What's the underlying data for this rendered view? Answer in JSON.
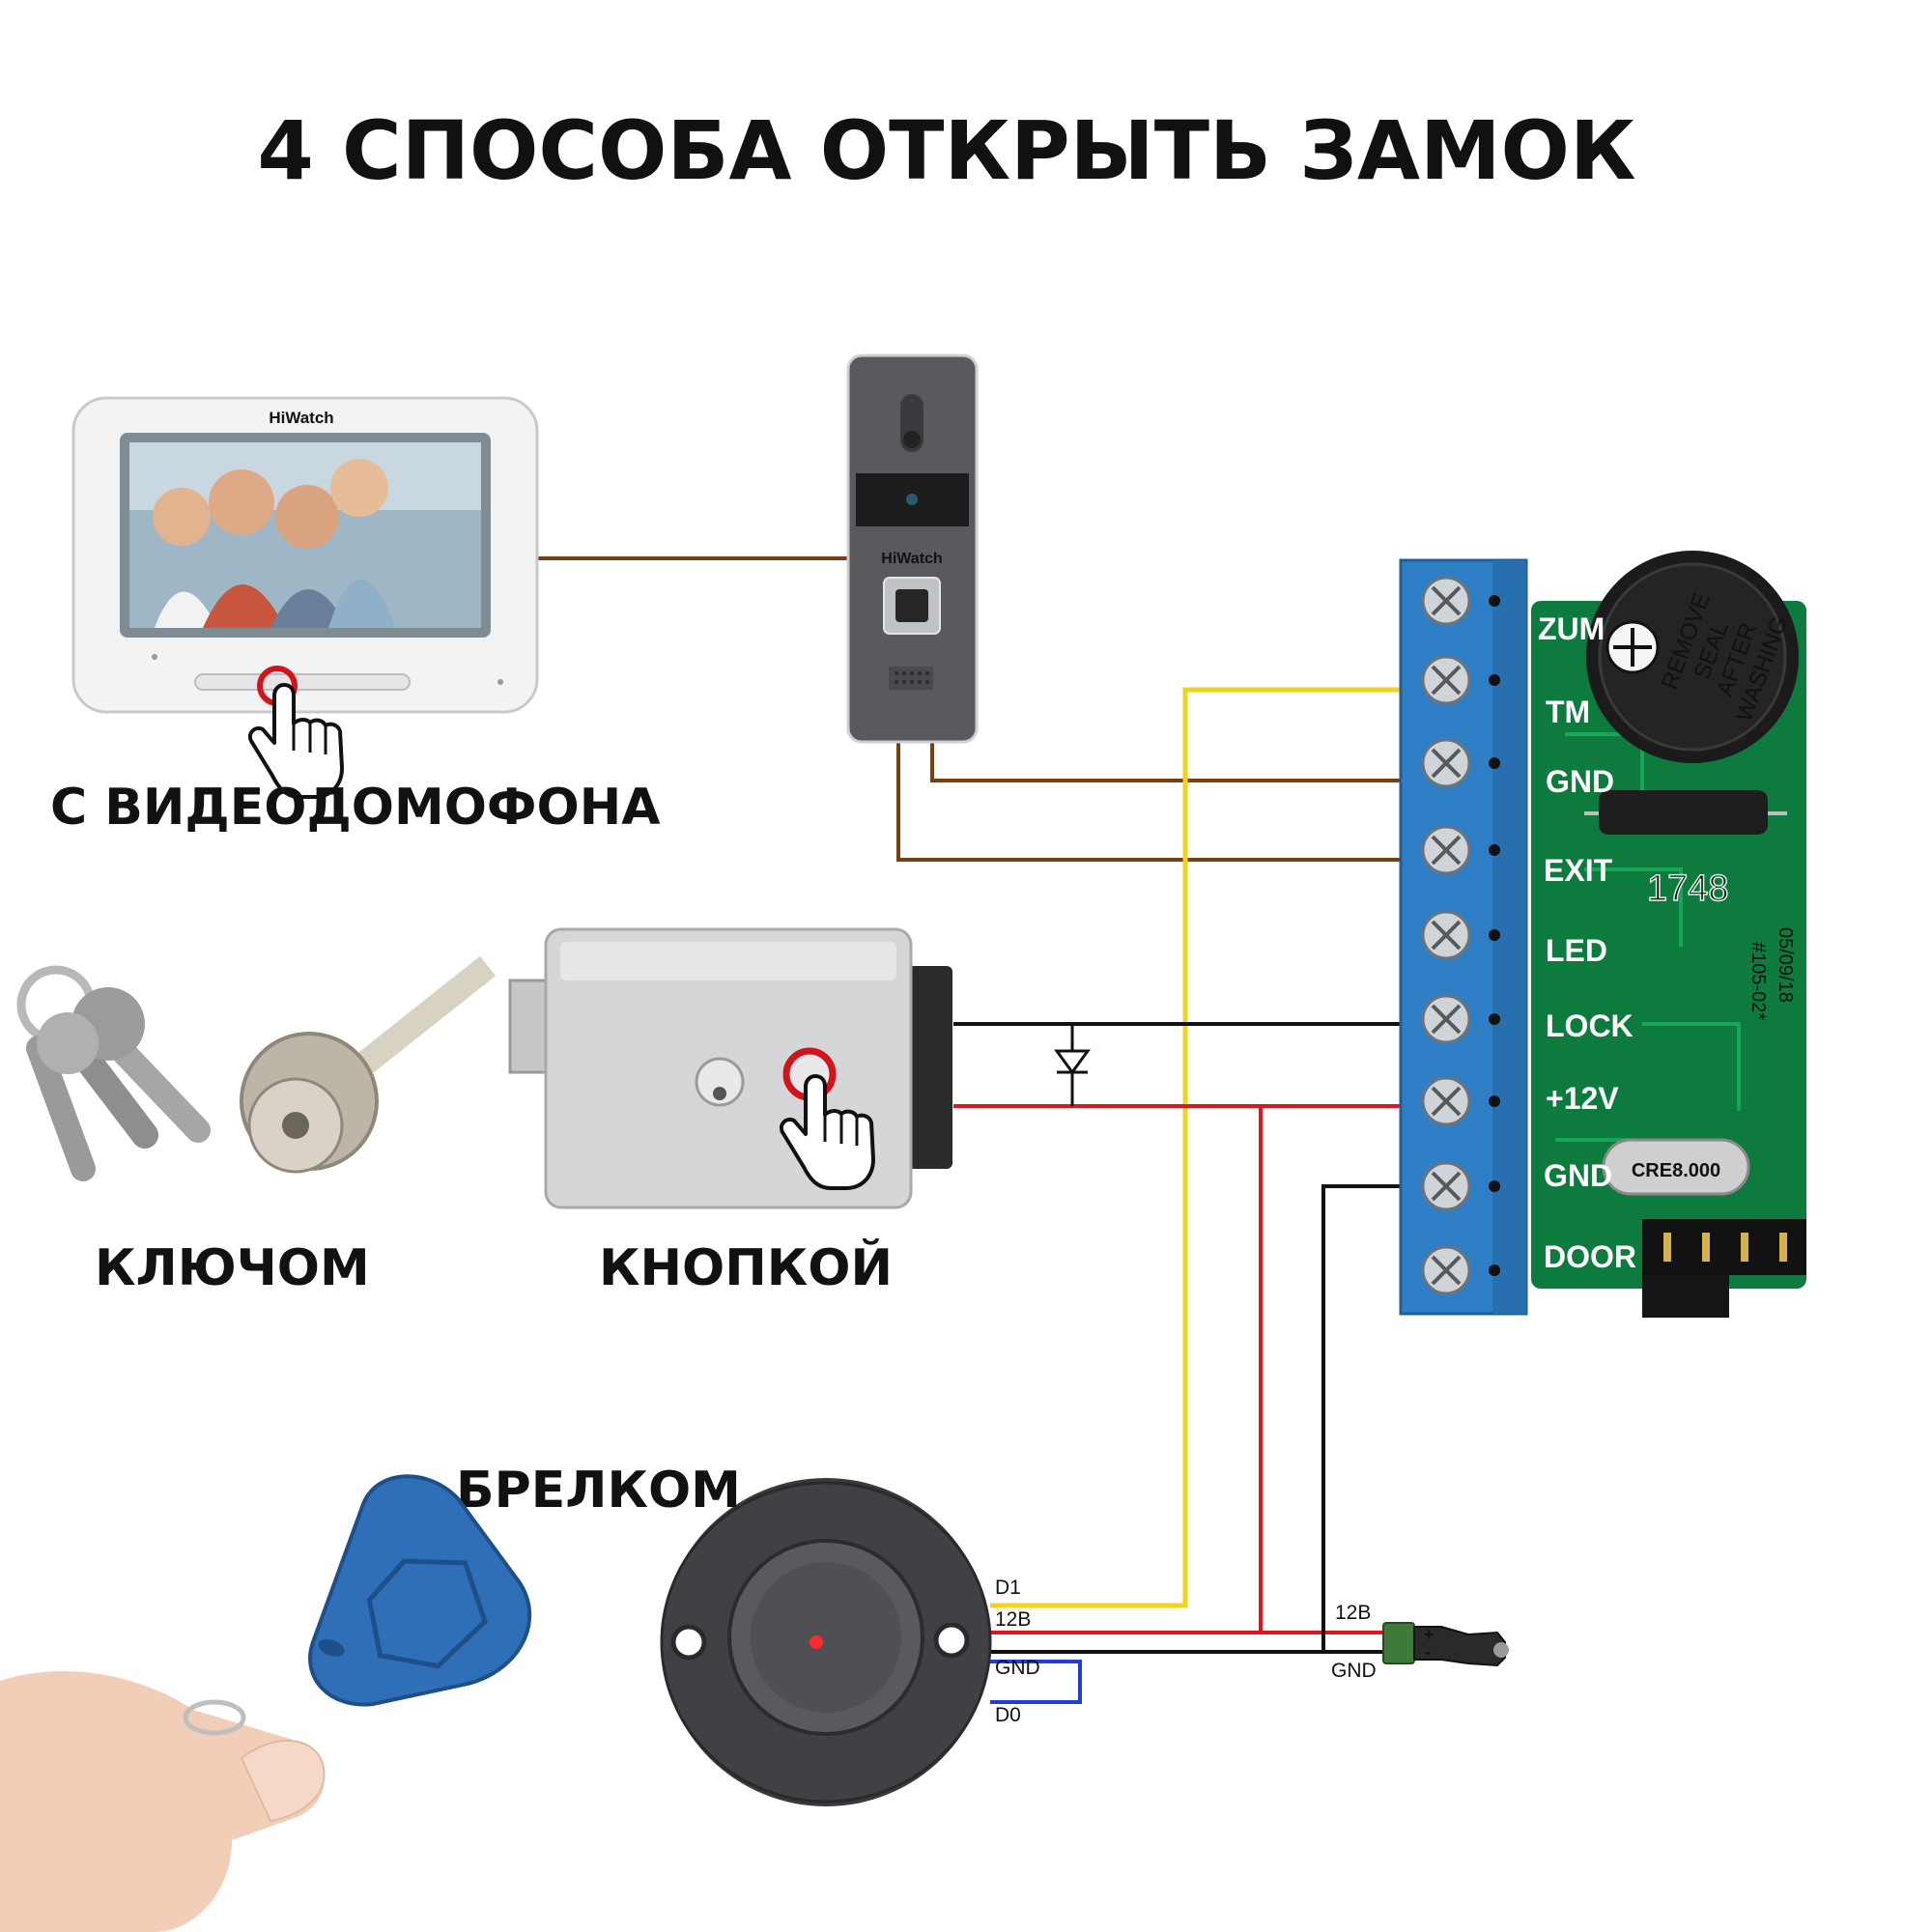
{
  "title": "4 СПОСОБА ОТКРЫТЬ ЗАМОК",
  "methods": {
    "intercom": "С ВИДЕОДОМОФОНА",
    "key": "КЛЮЧОМ",
    "button": "КНОПКОЙ",
    "fob": "БРЕЛКОМ"
  },
  "brand": {
    "monitor": "HiWatch",
    "panel": "HiWatch"
  },
  "controller": {
    "terminals": [
      "ZUM",
      "TM",
      "GND",
      "EXIT",
      "LED",
      "LOCK",
      "+12V",
      "GND",
      "DOOR"
    ],
    "buzzer_text": [
      "REMOVE",
      "SEAL",
      "AFTER",
      "WASHING"
    ],
    "pcb_marks": {
      "chip": "1748",
      "date": "05/09/18",
      "board": "#105-02*",
      "crystal": "CRE8.000"
    }
  },
  "reader": {
    "pins": [
      "D1",
      "12В",
      "GND",
      "D0"
    ]
  },
  "power_jack": {
    "label_plus": "12В",
    "label_minus": "GND",
    "sign_plus": "+",
    "sign_minus": "-"
  },
  "colors": {
    "brown": "#7a3e12",
    "yellow": "#f2d21b",
    "red": "#e0141e",
    "black": "#111111",
    "blue": "#1f3fd6",
    "pcb": "#0d7a3e",
    "terminal": "#2f7fc6"
  }
}
